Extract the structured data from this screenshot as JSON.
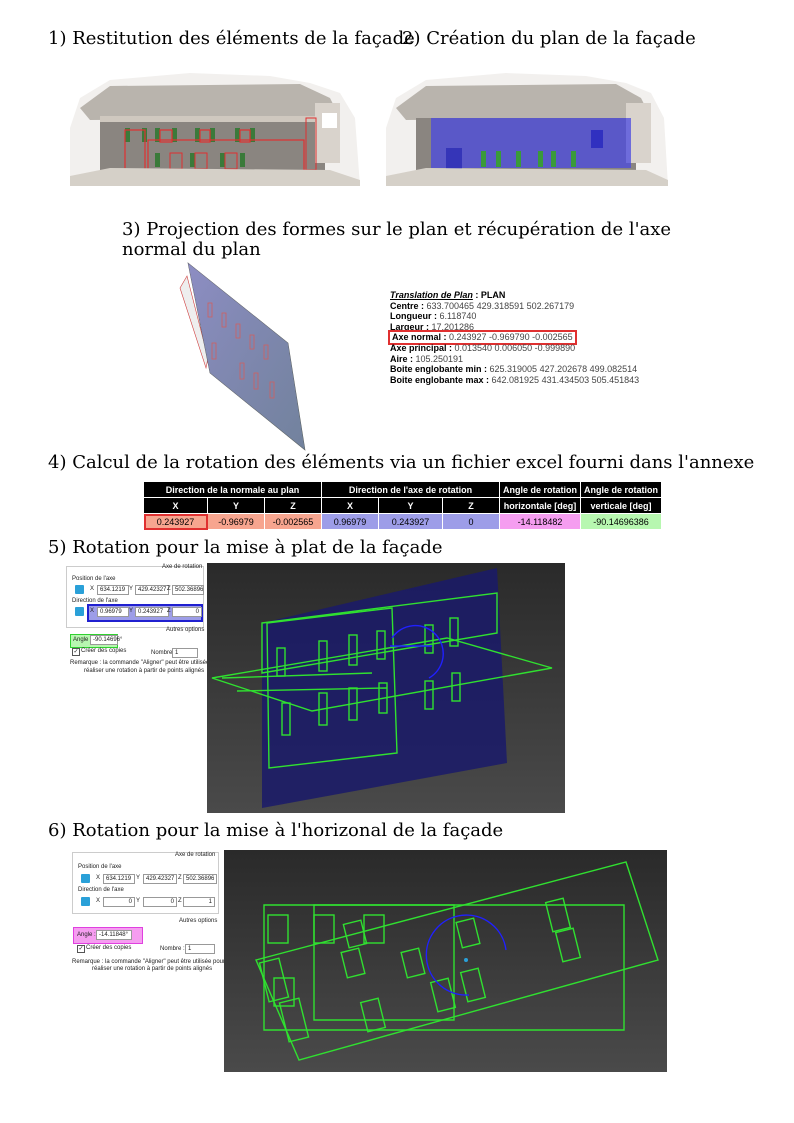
{
  "steps": {
    "s1": "1) Restitution des éléments de la façade",
    "s2": "2) Création du plan de la façade",
    "s3a": "3) Projection des formes sur le plan et récupération de l'axe",
    "s3b": "normal du plan",
    "s4": "4) Calcul de la rotation des éléments via un fichier excel fourni dans l'annexe",
    "s5": "5) Rotation pour la mise à plat de la façade",
    "s6": "6) Rotation pour la mise à l'horizonal de la façade"
  },
  "plane_info": {
    "title": "Translation de Plan",
    "title_suffix": " : PLAN",
    "centre_k": "Centre :",
    "centre_v": " 633.700465 429.318591 502.267179",
    "longueur_k": "Longueur :",
    "longueur_v": " 6.118740",
    "largeur_k": "Largeur :",
    "largeur_v": " 17.201286",
    "axe_normal_k": "Axe normal :",
    "axe_normal_v": " 0.243927 -0.969790 -0.002565",
    "axe_principal_k": "Axe principal :",
    "axe_principal_v": " 0.013540 0.006050 -0.999890",
    "aire_k": "Aire :",
    "aire_v": " 105.250191",
    "bmin_k": "Boite englobante min :",
    "bmin_v": " 625.319005 427.202678 499.082514",
    "bmax_k": "Boite englobante max :",
    "bmax_v": " 642.081925 431.434503 505.451843"
  },
  "table": {
    "h_normal": "Direction de la normale au plan",
    "h_axe": "Direction de l'axe de rotation",
    "h_angle_h1": "Angle de rotation",
    "h_angle_h2": "horizontale [deg]",
    "h_angle_v1": "Angle de rotation",
    "h_angle_v2": "verticale [deg]",
    "x": "X",
    "y": "Y",
    "z": "Z",
    "n_x": "0.243927",
    "n_y": "-0.96979",
    "n_z": "-0.002565",
    "a_x": "0.96979",
    "a_y": "0.243927",
    "a_z": "0",
    "ang_h": "-14.118482",
    "ang_v": "-90.14696386"
  },
  "dialog5": {
    "axe_rotation": "Axe de rotation",
    "position": "Position de l'axe",
    "px": "634.1219",
    "py": "429.42327",
    "pz": "502.36896",
    "direction": "Direction de l'axe",
    "dx": "0.96979",
    "dy": "0.243927",
    "dz": "0",
    "autres": "Autres options",
    "angle_lbl": "Angle :",
    "angle": "-90.14696°",
    "copies": "Créer des copies",
    "nombre_lbl": "Nombre :",
    "nombre": "1",
    "remarque1": "Remarque : la commande \"Aligner\" peut être utilisée pour",
    "remarque2": "réaliser une rotation à partir de points alignés"
  },
  "dialog6": {
    "axe_rotation": "Axe de rotation",
    "position": "Position de l'axe",
    "px": "634.1219",
    "py": "429.42327",
    "pz": "502.36896",
    "direction": "Direction de l'axe",
    "dx": "0",
    "dy": "0",
    "dz": "1",
    "autres": "Autres options",
    "angle_lbl": "Angle :",
    "angle": "-14.11848°",
    "copies": "Créer des copies",
    "nombre_lbl": "Nombre :",
    "nombre": "1",
    "remarque1": "Remarque : la commande \"Aligner\" peut être utilisée pour",
    "remarque2": "réaliser une rotation à partir de points alignés"
  },
  "colors": {
    "red": "#e03030",
    "blue": "#2020d0",
    "magenta": "#e040e0",
    "green": "#30e030"
  }
}
